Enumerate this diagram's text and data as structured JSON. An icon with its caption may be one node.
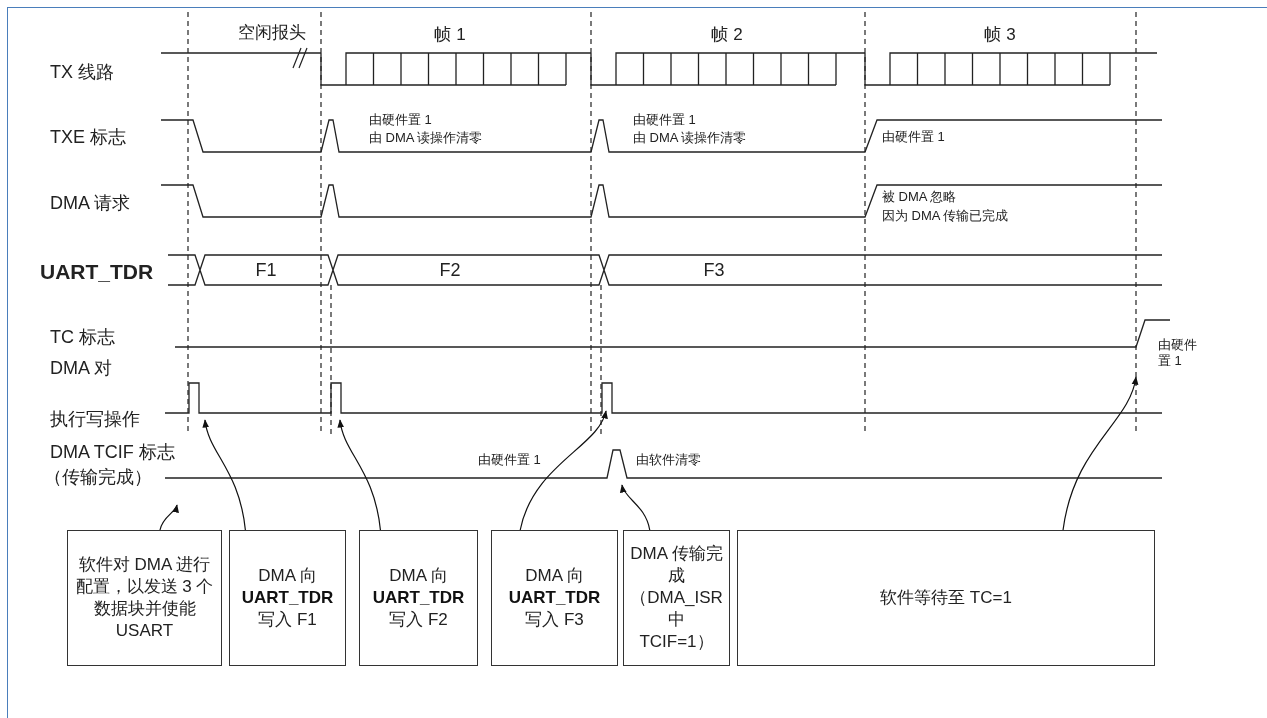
{
  "diagram": {
    "nodes": [
      {
        "text": [
          "软件对 DMA 进行配置，以发送 3 个数据块并使能 USART"
        ]
      },
      {
        "text": [
          "DMA 向 **UART_TDR** 写入 F1"
        ]
      },
      {
        "text": [
          "DMA 向 **UART_TDR** 写入 F2"
        ]
      },
      {
        "text": [
          "DMA 向 **UART_TDR** 写入 F3"
        ]
      },
      {
        "text": [
          "DMA 传输完成（DMA_ISR 中 TCIF=1）"
        ]
      },
      {
        "text": [
          "软件等待至 TC=1"
        ]
      }
    ],
    "edges": [
      {
        "from": 0,
        "to": null,
        "arrow": "to"
      },
      {
        "from": 1,
        "to": null,
        "arrow": "to"
      },
      {
        "from": 2,
        "to": null,
        "arrow": "to"
      },
      {
        "from": 3,
        "to": null,
        "arrow": "to"
      },
      {
        "from": 4,
        "to": null,
        "arrow": "to"
      },
      {
        "from": 5,
        "to": null,
        "arrow": "to"
      }
    ],
    "labels": [
      "空闲报头",
      "帧 1",
      "帧 2",
      "帧 3",
      "TX 线路",
      "TXE 标志",
      "由硬件置 1",
      "由 DMA 读操作清零",
      "由硬件置 1",
      "由 DMA 读操作清零",
      "由硬件置 1",
      "DMA 请求",
      "被 DMA 忽略",
      "因为 DMA 传输已完成",
      "UART_TDR",
      "F1",
      "F2",
      "F3",
      "TC 标志",
      "由硬件置 1",
      "DMA 对",
      "执行写操作",
      "DMA TCIF 标志",
      "由硬件置 1",
      "由软件清零",
      "（传输完成）"
    ]
  }
}
